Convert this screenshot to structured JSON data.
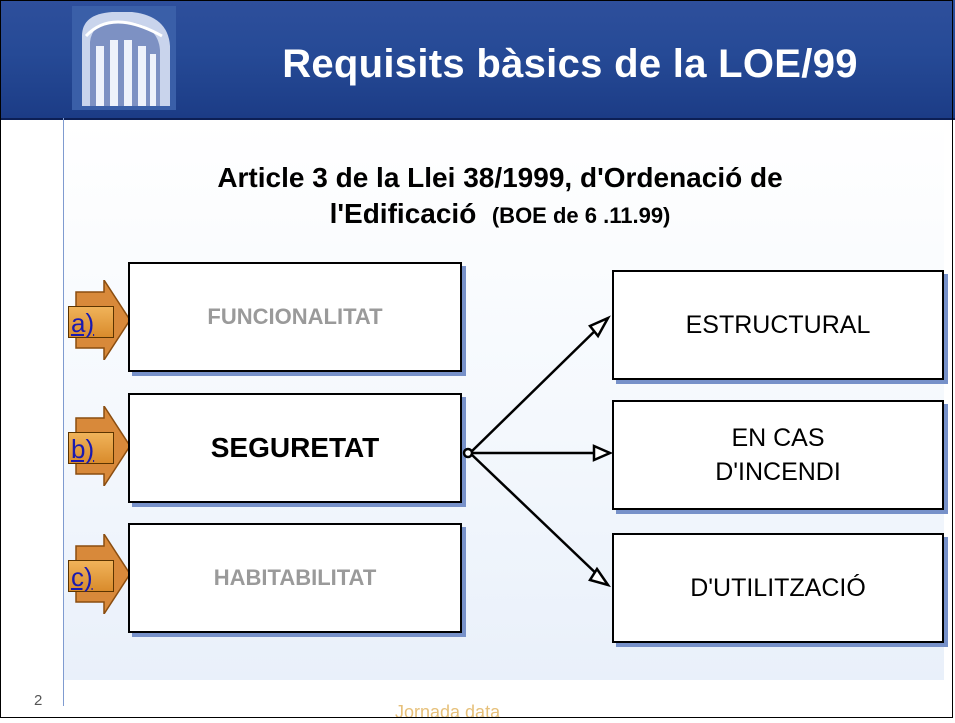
{
  "header": {
    "title": "Requisits bàsics de la LOE/99"
  },
  "subtitle": {
    "line1": "Article 3 de la Llei 38/1999, d'Ordenació de",
    "line2_main": "l'Edificació",
    "line2_small": "(BOE de 6 .11.99)"
  },
  "left_items": [
    {
      "marker": "a)",
      "label": "FUNCIONALITAT"
    },
    {
      "marker": "b)",
      "label": "SEGURETAT"
    },
    {
      "marker": "c)",
      "label": "HABITABILITAT"
    }
  ],
  "right_items": [
    {
      "label": "ESTRUCTURAL"
    },
    {
      "label_line1": "EN CAS",
      "label_line2": "D'INCENDI"
    },
    {
      "label": "D'UTILITZACIÓ"
    }
  ],
  "footer": {
    "page_number": "2",
    "text": "Jornada data"
  },
  "colors": {
    "header_blue": "#264a96",
    "marker_orange": "#e39a3d",
    "shadow_blue": "#7791c9"
  }
}
